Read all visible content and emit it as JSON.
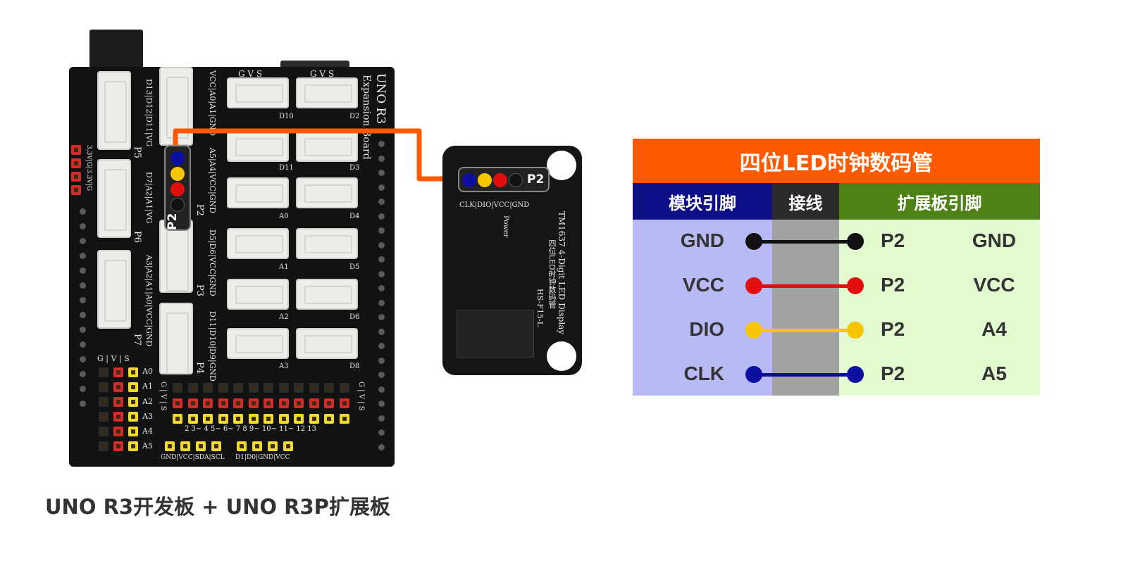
{
  "board": {
    "silkscreen": {
      "title_line1": "UNO R3",
      "title_line2": "Expansion Board",
      "p5_pins": "D13|D12|D11|VG",
      "p6_pins": "D7|A2|A1|VG",
      "p7_pins": "A3|A2|A1|A0|VCC|GND",
      "p2_pins": "VCC|A0|A1|GND",
      "p2b_pins": "A5|A4|VCC|GND",
      "p3_pins": "D5|D6|VCC|GND",
      "p4_pins": "D11|D10|D9|GND",
      "power_pins": "3.3V|G|3.3V|G",
      "gvs_top": "G V S",
      "gvs_top2": "G V S",
      "port_d10": "D10",
      "port_d2": "D2",
      "port_d11": "D11",
      "port_d3": "D3",
      "port_a0": "A0",
      "port_d4": "D4",
      "port_a1": "A1",
      "port_d5": "D5",
      "port_a2": "A2",
      "port_d6": "D6",
      "port_a3": "A3",
      "port_d8": "D8",
      "label_p2": "P2",
      "label_p3": "P3",
      "label_p4": "P4",
      "label_p5": "P5",
      "label_p6": "P6",
      "label_p7": "P7",
      "left_gvs": "G | V | S",
      "analog_a0": "A0",
      "analog_a1": "A1",
      "analog_a2": "A2",
      "analog_a3": "A3",
      "analog_a4": "A4",
      "analog_a5": "A5",
      "bottom_gvs": "G | V | S",
      "bottom_gvs_right": "G | V | S",
      "bottom_nums": "2  3~  4  5~  6~  7  8  9~  10~  11~  12  13",
      "i2c_label": "GND|VCC|SDA|SCL",
      "serial_label": "D1|D0|GND|VCC"
    },
    "connector_tag": "P2"
  },
  "module": {
    "connector_tag": "P2",
    "pin_label": "CLK|DIO|VCC|GND",
    "power_label": "Power",
    "name_line1": "TM1637 4-Digit LED Display",
    "name_line2": "四位LED时钟数码管",
    "name_line3": "HS-F15-L"
  },
  "colors": {
    "orange": "#ff5a00",
    "blue": "#0c0fa0",
    "yellow": "#f7c600",
    "red": "#e30f0f",
    "black": "#111111"
  },
  "table": {
    "title": "四位LED时钟数码管",
    "headers": {
      "module_pin": "模块引脚",
      "wiring": "接线",
      "board_pin": "扩展板引脚"
    },
    "rows": [
      {
        "module_pin": "GND",
        "wire_color": "black",
        "port": "P2",
        "board_pin": "GND"
      },
      {
        "module_pin": "VCC",
        "wire_color": "red",
        "port": "P2",
        "board_pin": "VCC"
      },
      {
        "module_pin": "DIO",
        "wire_color": "yellow",
        "port": "P2",
        "board_pin": "A4"
      },
      {
        "module_pin": "CLK",
        "wire_color": "blue",
        "port": "P2",
        "board_pin": "A5"
      }
    ]
  },
  "caption": "UNO R3开发板 + UNO R3P扩展板"
}
